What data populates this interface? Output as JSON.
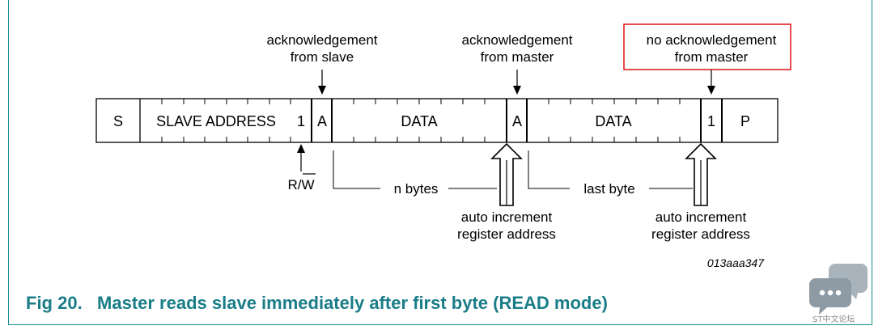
{
  "figure": {
    "caption": "Fig 20.   Master reads slave immediately after first byte (READ mode)",
    "figure_id": "013aaa347"
  },
  "frame": {
    "cells": {
      "start": "S",
      "slave_address": "SLAVE ADDRESS",
      "rw_bit": "1",
      "ack1": "A",
      "data1": "DATA",
      "ack2": "A",
      "data2": "DATA",
      "nack_bit": "1",
      "stop": "P"
    }
  },
  "annotations": {
    "ack_slave_line1": "acknowledgement",
    "ack_slave_line2": "from slave",
    "ack_master_line1": "acknowledgement",
    "ack_master_line2": "from master",
    "nack_master_line1": "no acknowledgement",
    "nack_master_line2": "from master",
    "rw": "R/W",
    "n_bytes": "n bytes",
    "last_byte": "last byte",
    "auto_inc1_line1": "auto increment",
    "auto_inc1_line2": "register address",
    "auto_inc2_line1": "auto increment",
    "auto_inc2_line2": "register address"
  },
  "colors": {
    "caption": "#1a7d88",
    "frame_border": "#1b8a8f",
    "highlight_box": "#e02020"
  },
  "watermark": {
    "icon": "chat-bubbles-icon",
    "text": "ST中文论坛"
  }
}
